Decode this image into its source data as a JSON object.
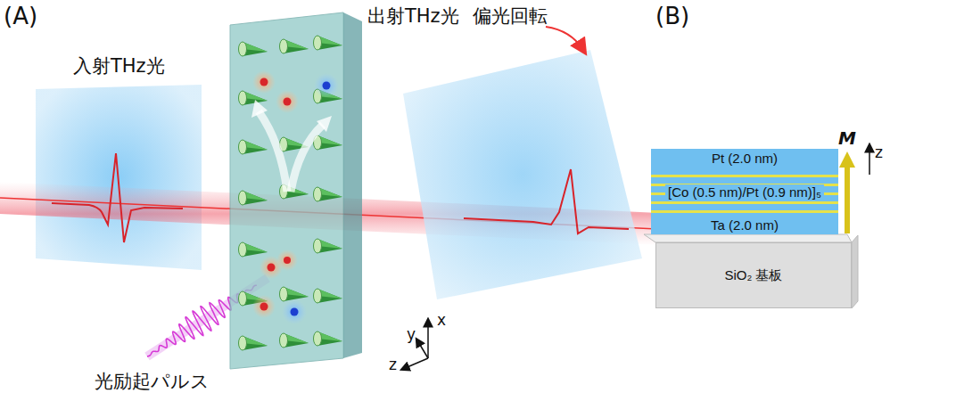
{
  "diagram": {
    "nodes": [
      {
        "text": [
          "Pt (2.0 nm)"
        ]
      },
      {
        "text": [
          "[Co (0.5 nm)/Pt (0.9 nm)]₅"
        ]
      },
      {
        "text": [
          "Ta (2.0 nm)"
        ]
      },
      {
        "text": [
          "SiO₂ 基板"
        ]
      }
    ],
    "edges": [],
    "labels": [
      "(A)",
      "(B)",
      "入射THz光",
      "出射THz光",
      "偏光回転",
      "光励起パルス",
      "y",
      "x",
      "z",
      "M",
      "z"
    ]
  }
}
